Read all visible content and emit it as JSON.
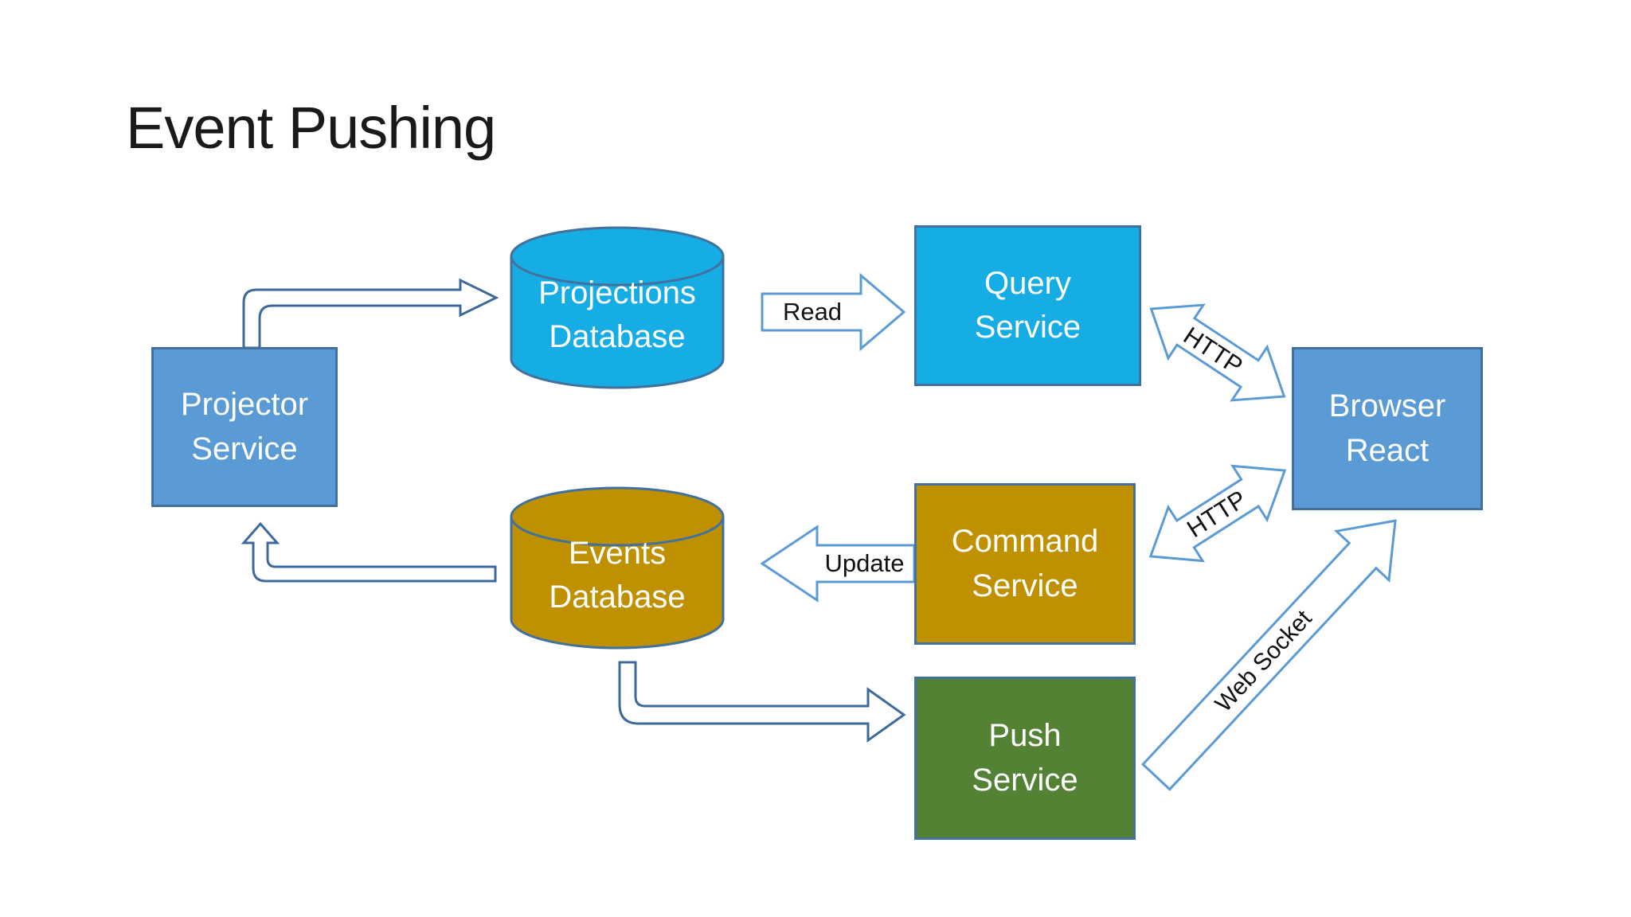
{
  "title": "Event Pushing",
  "colors": {
    "box-blue": "#5B9BD5",
    "box-cyan": "#16ACE4",
    "box-gold": "#BF9000",
    "box-green": "#548235",
    "shape-border": "#41719C",
    "arrow-outline": "#5B9BD5",
    "elbow-outline": "#3E6A9B",
    "label-color": "#111111",
    "title-color": "#1A1A1A",
    "node-text": "#FFFFFF",
    "background": "#FFFFFF"
  },
  "nodes": {
    "projector_service": {
      "line1": "Projector",
      "line2": "Service"
    },
    "projections_database": {
      "line1": "Projections",
      "line2": "Database"
    },
    "query_service": {
      "line1": "Query",
      "line2": "Service"
    },
    "browser_react": {
      "line1": "Browser",
      "line2": "React"
    },
    "events_database": {
      "line1": "Events",
      "line2": "Database"
    },
    "command_service": {
      "line1": "Command",
      "line2": "Service"
    },
    "push_service": {
      "line1": "Push",
      "line2": "Service"
    }
  },
  "connections": {
    "read": {
      "label": "Read"
    },
    "update": {
      "label": "Update"
    },
    "http_query_browser": {
      "label": "HTTP"
    },
    "http_command_browser": {
      "label": "HTTP"
    },
    "web_socket": {
      "label": "Web Socket"
    }
  }
}
